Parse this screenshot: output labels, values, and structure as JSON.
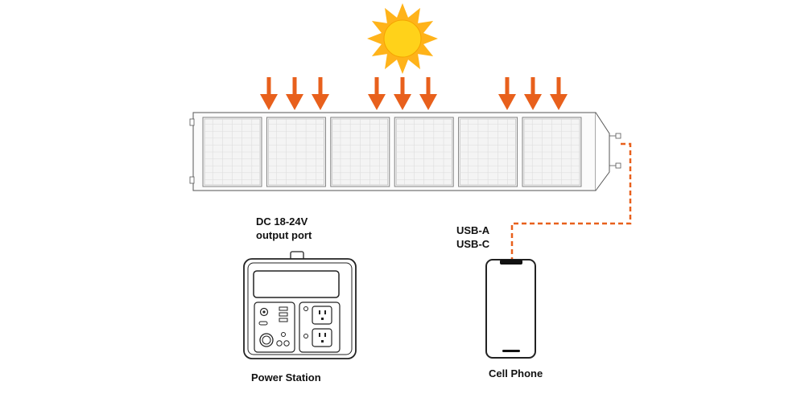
{
  "colors": {
    "accent": "#e8601c",
    "sun_fill": "#ffd21a",
    "sun_rays": "#ffb31a",
    "line": "#222222",
    "panel_cell": "#f4f4f4",
    "panel_frame": "#fbfbfb"
  },
  "icons": [
    "sun-icon",
    "arrow-down-icon",
    "solar-panel-icon",
    "power-station-icon",
    "cell-phone-icon",
    "cable-icon"
  ],
  "labels": {
    "dc_line1": "DC 18-24V",
    "dc_line2": "output port",
    "usb_a": "USB-A",
    "usb_c": "USB-C",
    "power_station": "Power Station",
    "cell_phone": "Cell Phone"
  },
  "solar_panel": {
    "cell_count": 6,
    "arrow_groups": 3,
    "arrows_per_group": 3
  }
}
